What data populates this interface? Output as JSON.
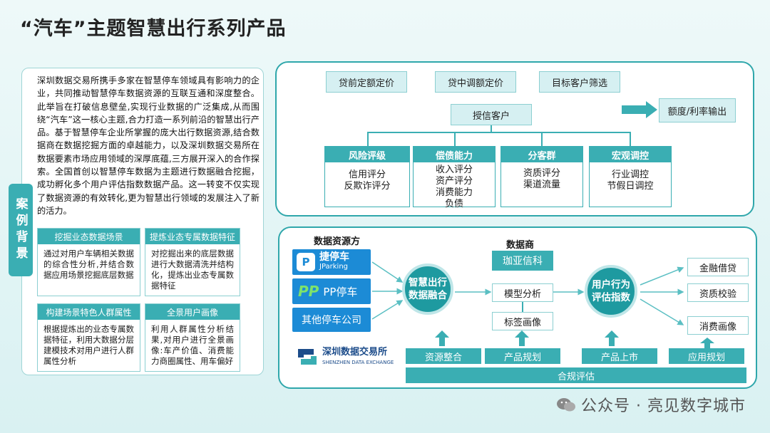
{
  "title": "“汽车”主题智慧出行系列产品",
  "left": {
    "intro": "深圳数据交易所携手多家在智慧停车领域具有影响力的企业，共同推动智慧停车数据资源的互联互通和深度整合。此举旨在打破信息壁垒,实现行业数据的广泛集成,从而围绕“汽车”这一核心主题,合力打造一系列前沿的智慧出行产品。基于智慧停车企业所掌握的庞大出行数据资源,结合数据商在数据挖掘方面的卓越能力，以及深圳数据交易所在数据要素市场应用领域的深厚底蕴,三方展开深入的合作探索。全国首创以智慧停车数据为主题进行数据融合挖掘，成功孵化多个用户评估指数数据产品。这一转变不仅实现了数据资源的有效转化,更为智慧出行领域的发展注入了新的活力。",
    "tab": "案例背景",
    "cards": [
      {
        "head": "挖掘业态数据场景",
        "body": "通过对用户车辆相关数据的综合性分析,并结合数据应用场景挖掘底层数据"
      },
      {
        "head": "提炼业态专属数据特征",
        "body": "对挖掘出来的底层数据进行大数据清洗并结构化，提炼出业态专属数据特征"
      },
      {
        "head": "构建场景特色人群属性",
        "body": "根据提炼出的业态专属数据特征，利用大数据分层建模技术对用户进行人群属性分析"
      },
      {
        "head": "全景用户画像",
        "body": "利用人群属性分析结果,对用户进行全景画像:车产价值、消费能力商圈属性、用车偏好"
      }
    ]
  },
  "top": {
    "pills": [
      "贷前定额定价",
      "贷中调额定价",
      "目标客户筛选"
    ],
    "credit_client": "授信客户",
    "output": "额度/利率输出",
    "categories": [
      {
        "head": "风险评级",
        "lines": [
          "信用评分",
          "反欺诈评分"
        ]
      },
      {
        "head": "偿债能力",
        "lines": [
          "收入评分",
          "资产评分",
          "消费能力",
          "负债"
        ]
      },
      {
        "head": "分客群",
        "lines": [
          "资质评分",
          "渠道流量"
        ]
      },
      {
        "head": "宏观调控",
        "lines": [
          "行业调控",
          "节假日调控"
        ]
      }
    ]
  },
  "bottom": {
    "source_label": "数据资源方",
    "dealer_label": "数据商",
    "sources": [
      {
        "name": "捷停车",
        "sub": "JParking"
      },
      {
        "name": "PP停车",
        "sub": ""
      },
      {
        "name": "其他停车公司",
        "sub": ""
      }
    ],
    "exchange_name": "深圳数据交易所",
    "exchange_en": "SHENZHEN DATA EXCHANGE",
    "dealer": "珈亚信科",
    "fusion": [
      "智慧出行",
      "数据融合"
    ],
    "model": "模型分析",
    "tag": "标签画像",
    "index": [
      "用户行为",
      "评估指数"
    ],
    "outputs": [
      "金融借贷",
      "资质校验",
      "消费画像"
    ],
    "stages": [
      "资源整合",
      "产品规划",
      "产品上市",
      "应用规划"
    ],
    "compliance": "合规评估"
  },
  "watermark": "公众号 · 亮见数字城市"
}
